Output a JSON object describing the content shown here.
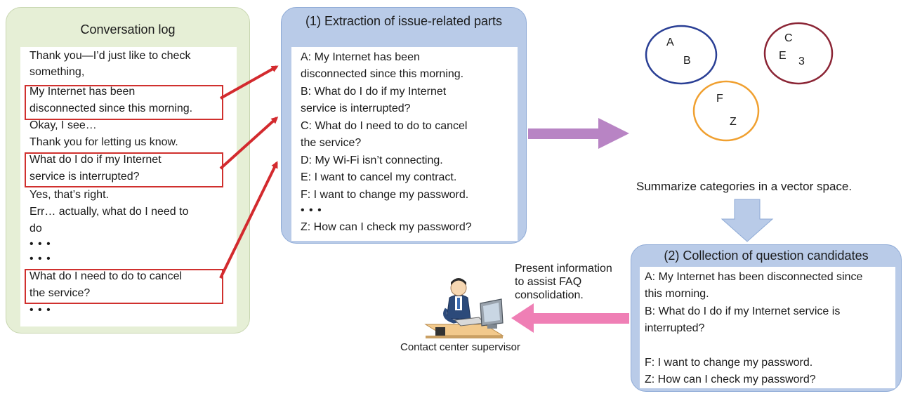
{
  "conversation_log": {
    "title": "Conversation log",
    "lines": [
      "Thank you—I’d just like to check",
      "something,",
      "My Internet has been",
      "disconnected since this morning.",
      "Okay, I see…",
      "Thank you for letting us know.",
      "What do I do if my Internet",
      "service is interrupted?",
      "Yes, that’s right.",
      "Err… actually, what do I need to",
      "do",
      "• • •",
      "• • •",
      "What do I need to do to cancel",
      "the service?",
      "• • •"
    ]
  },
  "extraction": {
    "title": "(1) Extraction of issue-related parts",
    "lines": [
      "A: My Internet has been",
      "disconnected since this morning.",
      "B: What do I do if my Internet",
      "service is interrupted?",
      "C: What do I need to do to cancel",
      "the service?",
      "D: My Wi-Fi isn’t connecting.",
      "E: I want to cancel my contract.",
      "F: I want to change my password.",
      "• • •",
      "Z: How can I check my password?"
    ]
  },
  "vector_space": {
    "clusters": [
      {
        "labels": [
          "A",
          "B"
        ],
        "color": "#2a3f95"
      },
      {
        "labels": [
          "C",
          "E",
          "3"
        ],
        "color": "#8b2535"
      },
      {
        "labels": [
          "F",
          "Z"
        ],
        "color": "#f0a030"
      }
    ],
    "caption": "Summarize categories in a vector space."
  },
  "collection": {
    "title": "(2) Collection of question candidates",
    "lines": [
      "A: My Internet has been disconnected since",
      "this morning.",
      "B: What do I do if my Internet service is",
      "interrupted?",
      "",
      "F: I want to change my password.",
      "Z: How can I check my password?"
    ]
  },
  "supervisor": {
    "present_text": [
      "Present information",
      "to assist FAQ",
      "consolidation."
    ],
    "label": "Contact center supervisor"
  },
  "colors": {
    "highlight": "#d0302e",
    "arrow_red": "#d32a2e",
    "arrow_purple": "#b884c4",
    "arrow_blue": "#b9cbe8",
    "arrow_pink": "#ef7fb5",
    "log_bg": "#e6efd6",
    "panel_blue": "#b9cbe8"
  }
}
